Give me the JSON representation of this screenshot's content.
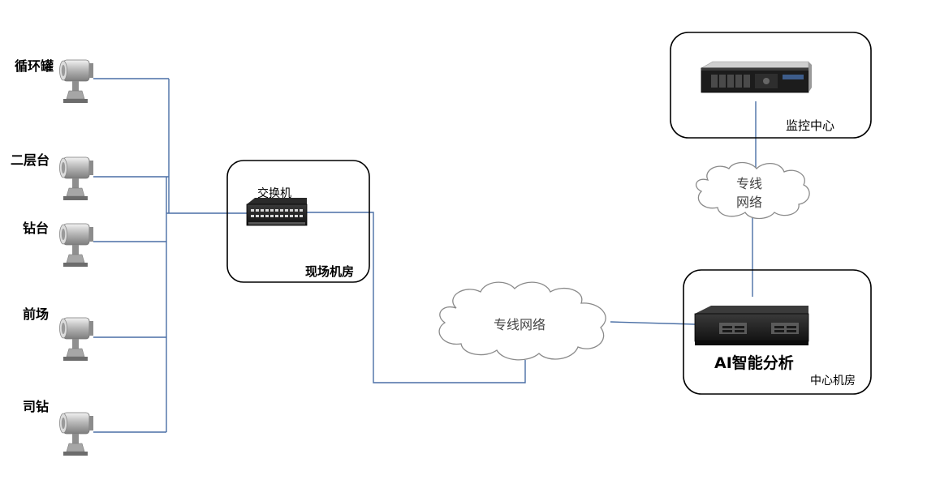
{
  "cameras": [
    {
      "label": "循环罐"
    },
    {
      "label": "二层台"
    },
    {
      "label": "钻台"
    },
    {
      "label": "前场"
    },
    {
      "label": "司钻"
    }
  ],
  "switch_room": {
    "device_label": "交换机",
    "room_label": "现场机房"
  },
  "cloud_lower": {
    "label": "专线网络"
  },
  "cloud_upper": {
    "line1": "专线",
    "line2": "网络"
  },
  "monitor_center": {
    "label": "监控中心"
  },
  "central_room": {
    "device_label": "AI智能分析",
    "room_label": "中心机房"
  },
  "colors": {
    "link": "#4a6fa5",
    "box_border": "#000000",
    "cloud_border": "#8a8a8a"
  }
}
